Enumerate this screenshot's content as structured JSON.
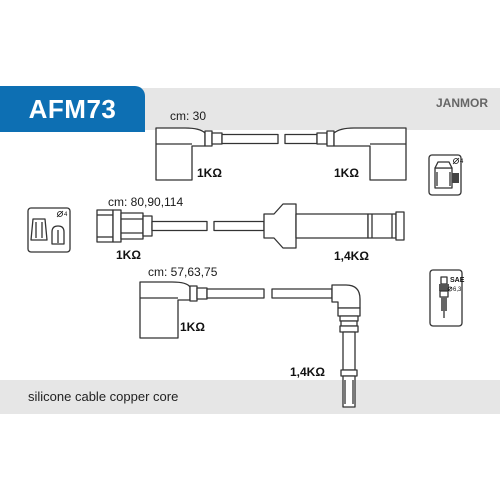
{
  "header": {
    "part_code": "AFM73",
    "brand": "JANMOR"
  },
  "leads": [
    {
      "length_label": "cm: 30",
      "resistance_left": "1KΩ",
      "resistance_right": "1KΩ"
    },
    {
      "length_label": "cm: 80,90,114",
      "resistance_left": "1KΩ",
      "resistance_right": "1,4KΩ"
    },
    {
      "length_label": "cm: 57,63,75",
      "resistance_left": "1KΩ",
      "resistance_right": "1,4KΩ"
    }
  ],
  "icons": {
    "distributor_right": {
      "count_label": "4"
    },
    "distributor_left": {
      "count_label": "4"
    },
    "spark_plug": {
      "standard_label": "SAE",
      "thread_label": "6,3"
    }
  },
  "footer": {
    "material": "silicone cable copper core"
  },
  "colors": {
    "badge_bg": "#0d6fb3",
    "bar_bg": "#e6e6e6",
    "outline": "#333333"
  }
}
